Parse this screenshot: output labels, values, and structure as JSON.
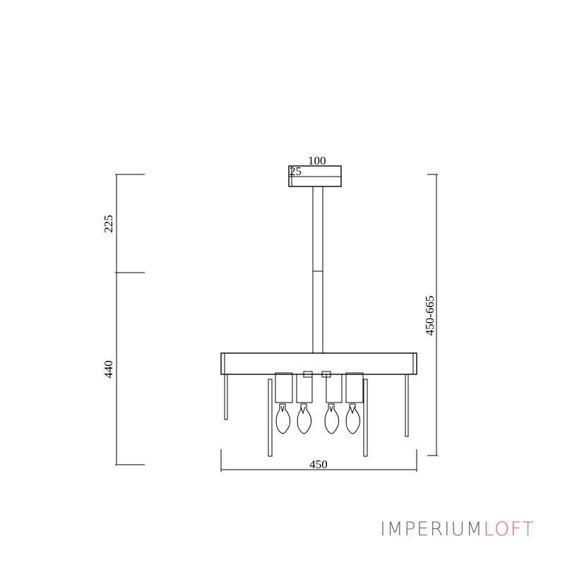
{
  "dimensions": {
    "canopy_width": "100",
    "canopy_height": "25",
    "upper_height": "225",
    "lower_height": "440",
    "total_height": "450-665",
    "fixture_width": "450"
  },
  "logo": {
    "part1": "IMPERIUM",
    "part2": "LOFT",
    "color1": "#6b6b6b",
    "color2": "#e06a6a"
  }
}
